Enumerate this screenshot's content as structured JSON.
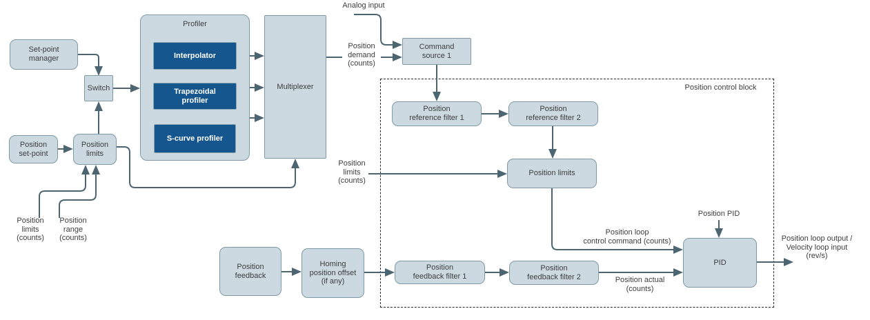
{
  "colors": {
    "block_fill": "#ccd9e0",
    "block_border": "#7e99a6",
    "dark_block_fill": "#15568f",
    "wire": "#4d6570",
    "dashed_border": "#2a2a2a",
    "text": "#3d3d3d"
  },
  "blocks": {
    "set_point_manager": "Set-point\nmanager",
    "switch": "Switch",
    "position_set_point": "Position\nset-point",
    "position_limits_left": "Position\nlimits",
    "profiler_title": "Profiler",
    "interpolator": "Interpolator",
    "trapezoidal_profiler": "Trapezoidal\nprofiler",
    "s_curve_profiler": "S-curve profiler",
    "multiplexer": "Multiplexer",
    "command_source_1": "Command\nsource 1",
    "position_reference_filter_1": "Position\nreference filter 1",
    "position_reference_filter_2": "Position\nreference filter 2",
    "position_limits_inner": "Position limits",
    "position_feedback": "Position\nfeedback",
    "homing_position_offset": "Homing\nposition offset\n(if any)",
    "position_feedback_filter_1": "Position\nfeedback filter 1",
    "position_feedback_filter_2": "Position\nfeedback filter 2",
    "pid": "PID"
  },
  "labels": {
    "analog_input": "Analog input",
    "position_demand": "Position\ndemand\n(counts)",
    "position_limits_counts_bottom": "Position\nlimits\n(counts)",
    "position_range_counts": "Position\nrange\n(counts)",
    "position_limits_counts_mid": "Position\nlimits\n(counts)",
    "position_control_block": "Position control block",
    "position_pid": "Position PID",
    "position_loop_control_command": "Position loop\ncontrol command (counts)",
    "position_actual": "Position actual\n(counts)",
    "position_loop_output": "Position loop output /\nVelocity loop input\n(rev/s)"
  }
}
